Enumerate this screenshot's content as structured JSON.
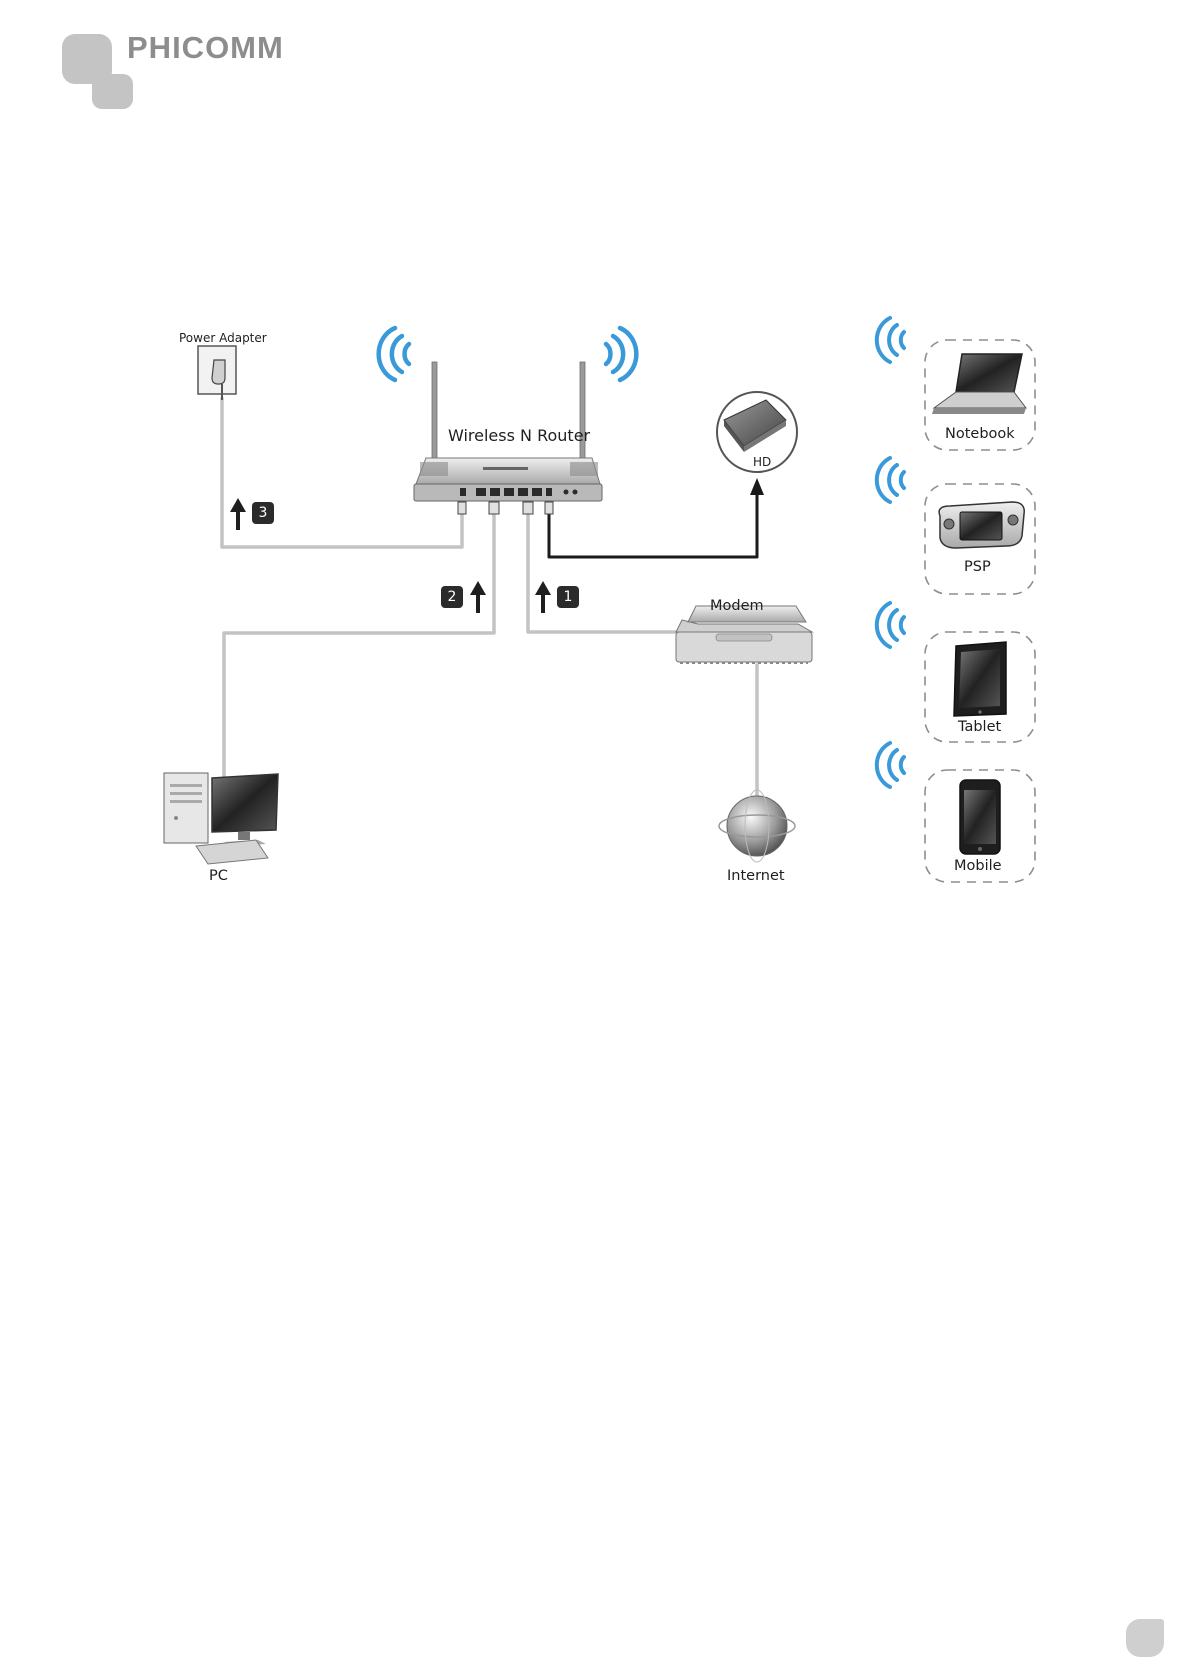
{
  "header": {
    "brand": "PHICOMM"
  },
  "diagram": {
    "devices": {
      "router": "Wireless N Router",
      "power_adapter": "Power Adapter",
      "hd": "HD",
      "modem": "Modem",
      "pc": "PC",
      "internet": "Internet"
    },
    "wireless_clients": [
      "Notebook",
      "PSP",
      "Tablet",
      "Mobile"
    ],
    "steps": [
      "1",
      "2",
      "3"
    ],
    "colors": {
      "wifi": "#3a9ad9",
      "cable": "#bdbdbd",
      "usb_cable": "#1a1a1a",
      "device": "#d4d4d4"
    }
  }
}
